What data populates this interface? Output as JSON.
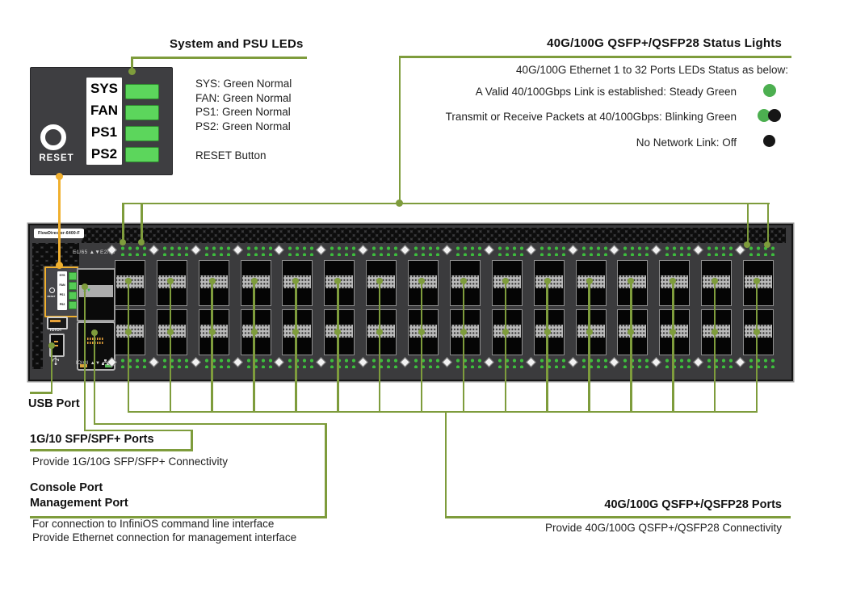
{
  "detail": {
    "title": "System and PSU LEDs",
    "rows": [
      "SYS: Green Normal",
      "FAN: Green Normal",
      "PS1:  Green Normal",
      "PS2:  Green Normal"
    ],
    "reset_row": "RESET Button",
    "panel": {
      "labels": [
        "SYS",
        "FAN",
        "PS1",
        "PS2"
      ],
      "reset_label": "RESET"
    }
  },
  "status": {
    "title": "40G/100G QSFP+/QSFP28 Status Lights",
    "intro": "40G/100G Ethernet 1 to 32 Ports  LEDs Status as below:",
    "rows": [
      {
        "label": "A Valid 40/100Gbps Link is established: Steady Green",
        "led": "steady-green"
      },
      {
        "label": "Transmit or Receive Packets at  40/100Gbps: Blinking  Green",
        "led": "blinking-green"
      },
      {
        "label": "No Network Link: Off",
        "led": "off"
      }
    ]
  },
  "switch": {
    "model": "FlowDirector-6400-F",
    "sfp_port_label": "E1/65 ▲▼E2/66",
    "serial_label": "IOIOI",
    "mgmt_label": "IOIOI ▲▼",
    "qsfp_columns": 16,
    "qsfp_ports": 32
  },
  "labels": {
    "usb": {
      "title": "USB Port"
    },
    "sfp": {
      "title": "1G/10 SFP/SPF+ Ports",
      "desc": "Provide 1G/10G SFP/SFP+  Connectivity"
    },
    "console": {
      "title1": "Console Port",
      "title2": "Management Port",
      "desc1": "For connection to InfiniOS command line interface",
      "desc2": "Provide Ethernet connection for management interface"
    },
    "qsfp": {
      "title": "40G/100G QSFP+/QSFP28 Ports",
      "desc": "Provide 40G/100G QSFP+/QSFP28 Connectivity"
    }
  },
  "colors": {
    "accent_green": "#7E9C3C",
    "accent_orange": "#F0B02F",
    "led_steady_green": "#4CAF50",
    "led_off": "#161616",
    "port_led_green": "#3DBE3D"
  }
}
